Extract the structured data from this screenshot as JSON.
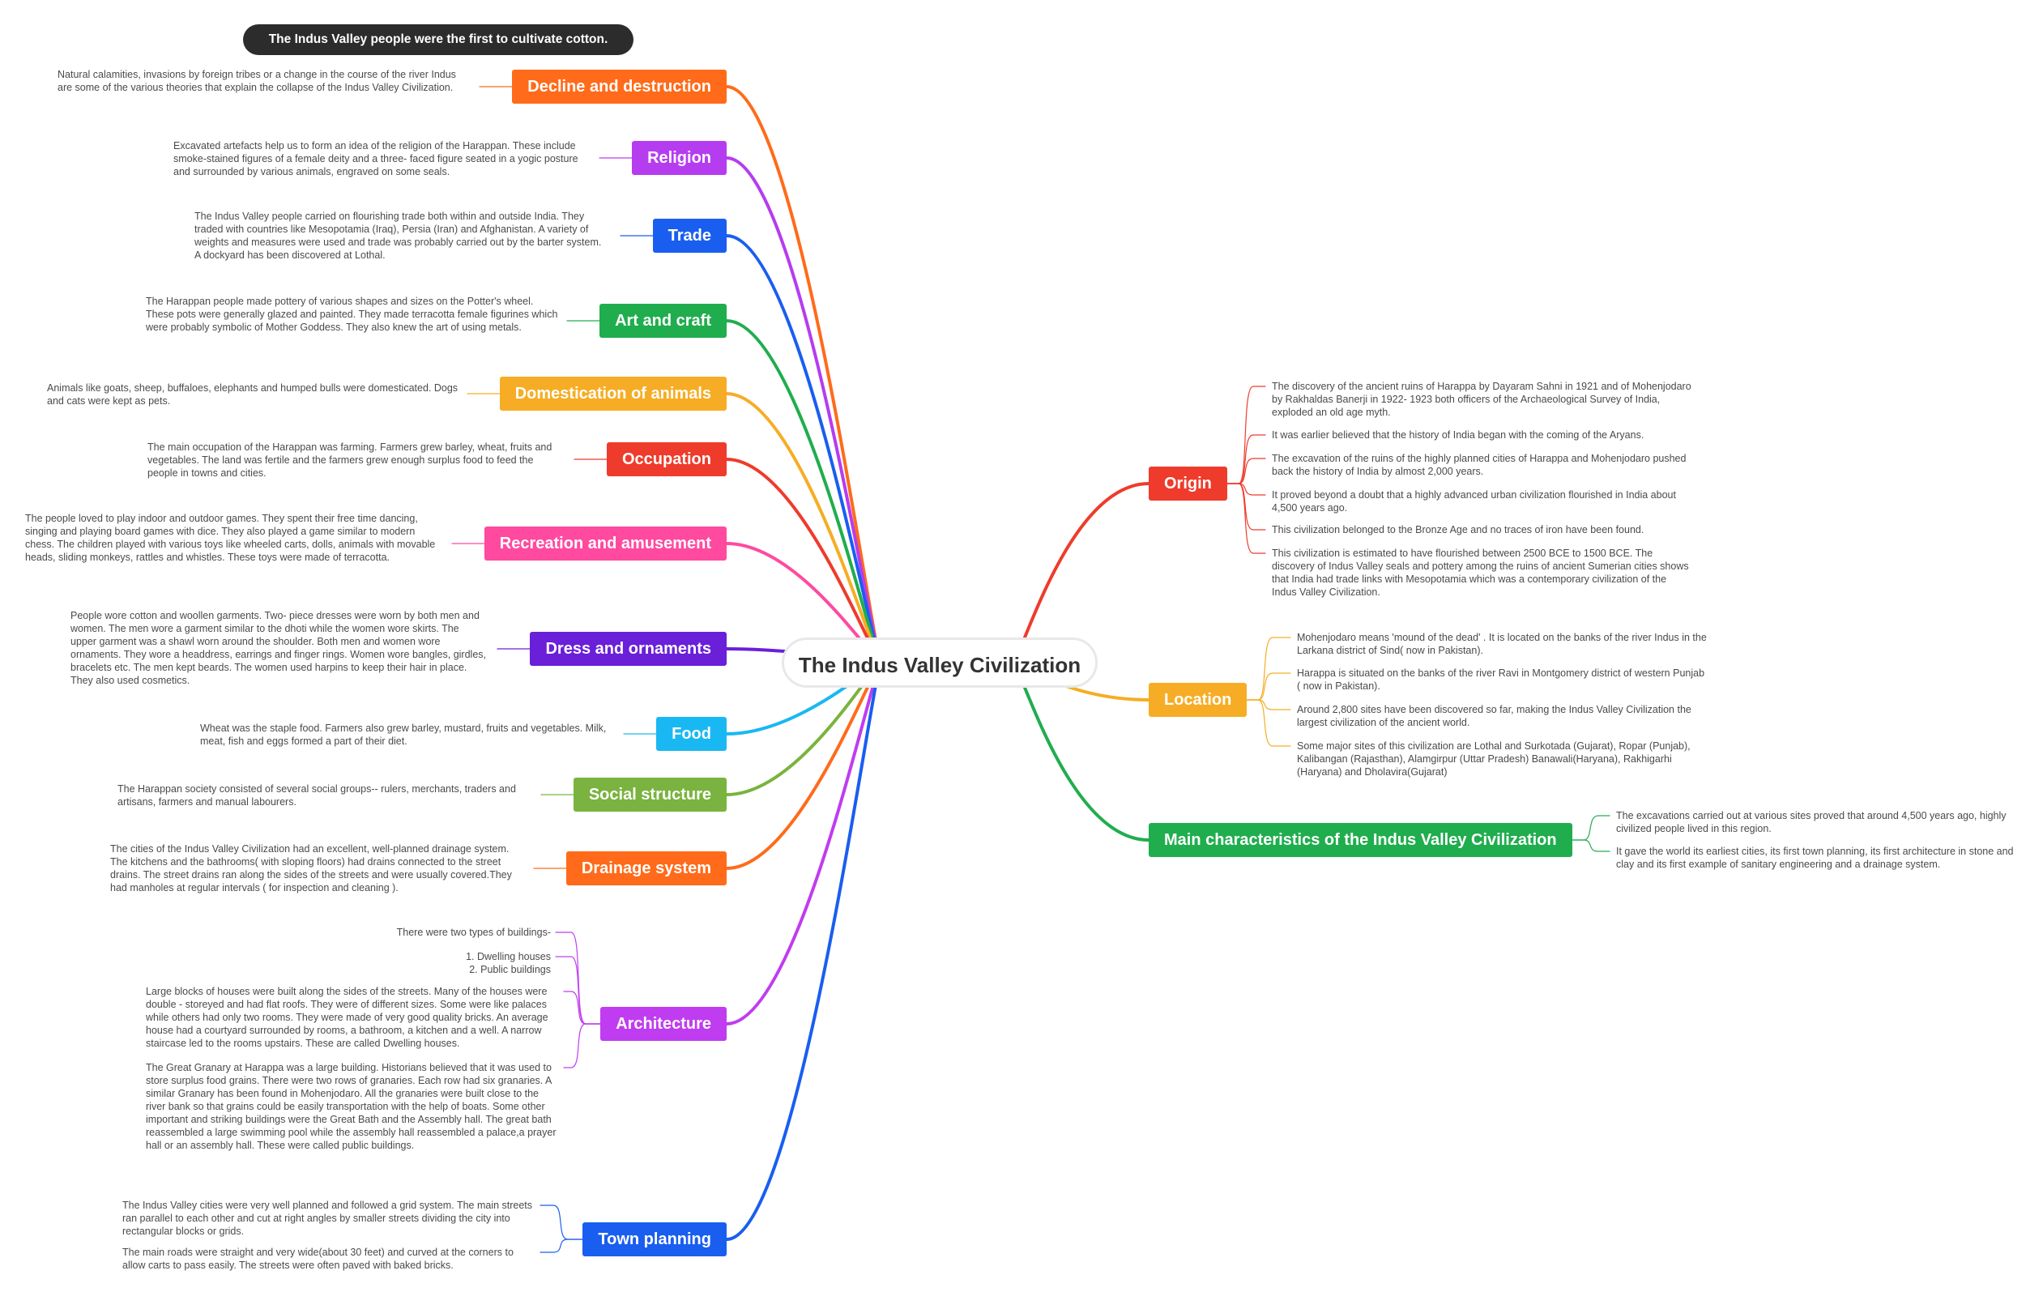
{
  "title": "The Indus Valley Civilization",
  "banner": "The Indus Valley people were the first to cultivate cotton.",
  "colors": {
    "center_border": "#e8e8e8",
    "orange": "#ff6b1a",
    "purple": "#b63cf0",
    "blue": "#1a5ef0",
    "green": "#20ad4e",
    "amber": "#f6ad25",
    "red": "#ef3b2b",
    "pink": "#ff4aa0",
    "violet": "#6a1fd8",
    "cyan": "#1ab8f2",
    "olive": "#7ab33f",
    "mag": "#c03cf0"
  },
  "left_topics": [
    {
      "label": "Decline and destruction",
      "color": "#ff6b1a",
      "notes": [
        "Natural calamities, invasions by foreign tribes or a change in the course of the river Indus are some of the various theories that explain the collapse of the Indus Valley Civilization."
      ]
    },
    {
      "label": "Religion",
      "color": "#b63cf0",
      "notes": [
        "Excavated artefacts help us to form an idea of the religion of the Harappan. These include smoke-stained figures of a female deity and a three- faced figure seated in a yogic posture and surrounded by various animals, engraved on some seals."
      ]
    },
    {
      "label": "Trade",
      "color": "#1a5ef0",
      "notes": [
        "The Indus Valley people carried on flourishing trade both within and outside India. They traded with countries like  Mesopotamia (Iraq), Persia (Iran) and Afghanistan. A variety of weights and measures were used and trade was probably carried out by the barter system. A dockyard has been discovered at Lothal."
      ]
    },
    {
      "label": "Art and craft",
      "color": "#20ad4e",
      "notes": [
        "The Harappan people made pottery of various shapes and sizes on the Potter's wheel. These pots were generally glazed and painted. They made terracotta female figurines which were probably symbolic of Mother Goddess. They also knew the art of using metals."
      ]
    },
    {
      "label": "Domestication of animals",
      "color": "#f6ad25",
      "notes": [
        "Animals like goats, sheep, buffaloes, elephants and humped bulls were domesticated. Dogs and cats were kept as pets."
      ]
    },
    {
      "label": "Occupation",
      "color": "#ef3b2b",
      "notes": [
        "The main occupation of the Harappan was farming. Farmers grew barley, wheat, fruits and vegetables. The land was fertile and the farmers grew enough surplus food to feed the people in towns and cities."
      ]
    },
    {
      "label": "Recreation and amusement",
      "color": "#ff4aa0",
      "notes": [
        "The people loved to play indoor and outdoor games. They spent their free time dancing, singing and playing board games with dice. They also played a game similar to modern chess. The children played with various toys like wheeled carts, dolls, animals with movable heads, sliding monkeys, rattles and whistles. These toys were made of terracotta."
      ]
    },
    {
      "label": "Dress and ornaments",
      "color": "#6a1fd8",
      "notes": [
        "People wore cotton and woollen garments. Two- piece dresses were worn by both men and women. The men wore a garment similar to the dhoti while the women wore skirts. The upper garment was a shawl worn around the shoulder. Both men and women wore ornaments. They wore a headdress, earrings and finger rings. Women wore bangles, girdles, bracelets etc. The men kept beards. The women used harpins to keep their hair in place. They also used cosmetics."
      ]
    },
    {
      "label": "Food",
      "color": "#1ab8f2",
      "notes": [
        "Wheat was the staple food. Farmers also grew barley, mustard, fruits and vegetables. Milk, meat, fish and eggs formed a part of their diet."
      ]
    },
    {
      "label": "Social structure",
      "color": "#7ab33f",
      "notes": [
        "The Harappan society consisted of several social groups-- rulers, merchants, traders and artisans, farmers and manual labourers."
      ]
    },
    {
      "label": "Drainage system",
      "color": "#ff6b1a",
      "notes": [
        "The cities of the Indus Valley Civilization had an excellent, well-planned drainage system. The kitchens and the bathrooms( with sloping floors) had drains connected to the street drains. The street drains ran along the sides of the streets and were usually covered.They had manholes at regular intervals ( for inspection and cleaning )."
      ]
    },
    {
      "label": "Architecture",
      "color": "#c03cf0",
      "notes": [
        "There were two types of buildings-",
        "1. Dwelling houses\n2. Public buildings",
        "Large blocks of houses were built along the sides of the streets.  Many of the houses were double - storeyed and had flat roofs. They were of different sizes. Some were like palaces while others had only two rooms. They were made of very good quality bricks. An average house had a courtyard surrounded by rooms, a bathroom, a kitchen and a well. A narrow staircase led to the rooms upstairs. These are called Dwelling houses.",
        "The Great Granary at Harappa was a large building. Historians believed that it was used to store surplus food grains. There were two rows of granaries. Each row had six granaries. A similar Granary has been found in Mohenjodaro. All the granaries were built close to the river bank so that grains could be easily transportation with the help of boats. Some other important and striking buildings were the Great Bath and the Assembly hall. The great bath reassembled a large swimming pool while the assembly hall reassembled a palace,a prayer hall or an assembly hall. These were called public buildings."
      ]
    },
    {
      "label": "Town planning",
      "color": "#1a5ef0",
      "notes": [
        "The Indus Valley cities were very well planned and followed a grid system. The main streets ran parallel to each other and cut at right angles by smaller streets dividing the city into rectangular blocks or grids.",
        "The main roads were straight and very wide(about 30 feet) and curved at the corners to allow carts to pass easily. The streets were often paved with baked bricks."
      ]
    }
  ],
  "right_topics": [
    {
      "label": "Origin",
      "color": "#ef3b2b",
      "notes": [
        "The discovery of the ancient ruins of Harappa by Dayaram Sahni in 1921 and of Mohenjodaro by Rakhaldas Banerji in 1922- 1923 both officers of the Archaeological Survey of India, exploded an old age myth.",
        "It was earlier believed that the history of India began with the coming of the Aryans.",
        "The excavation of the ruins of the highly planned cities of Harappa and Mohenjodaro pushed back the history of India by almost 2,000 years.",
        "It proved beyond a doubt that a highly advanced urban civilization flourished in India about 4,500 years ago.",
        "This civilization belonged to the Bronze Age and no traces of iron have been found.",
        "This civilization is estimated to have flourished between 2500 BCE to 1500 BCE. The discovery of Indus Valley seals and pottery among the ruins of ancient Sumerian cities  shows that India had trade links with Mesopotamia which was a contemporary civilization of the Indus Valley Civilization."
      ]
    },
    {
      "label": "Location",
      "color": "#f6ad25",
      "notes": [
        "Mohenjodaro means 'mound of the dead' . It is located on the banks of the river Indus in the Larkana district of Sind( now in Pakistan).",
        "Harappa is situated on the banks of the river Ravi in Montgomery district of western Punjab ( now in Pakistan).",
        "Around 2,800 sites have been discovered so far, making the Indus Valley Civilization the largest civilization of the ancient world.",
        "Some major sites of this civilization are Lothal and Surkotada (Gujarat), Ropar (Punjab), Kalibangan (Rajasthan), Alamgirpur (Uttar Pradesh) Banawali(Haryana), Rakhigarhi (Haryana) and Dholavira(Gujarat)"
      ]
    },
    {
      "label": "Main characteristics of the Indus Valley Civilization",
      "color": "#20ad4e",
      "notes": [
        "The excavations carried out at various sites proved that around 4,500 years ago, highly civilized people lived in this region.",
        "It gave the world its earliest cities, its first town planning, its first architecture in stone and clay and its first example of sanitary engineering and a drainage system."
      ]
    }
  ]
}
